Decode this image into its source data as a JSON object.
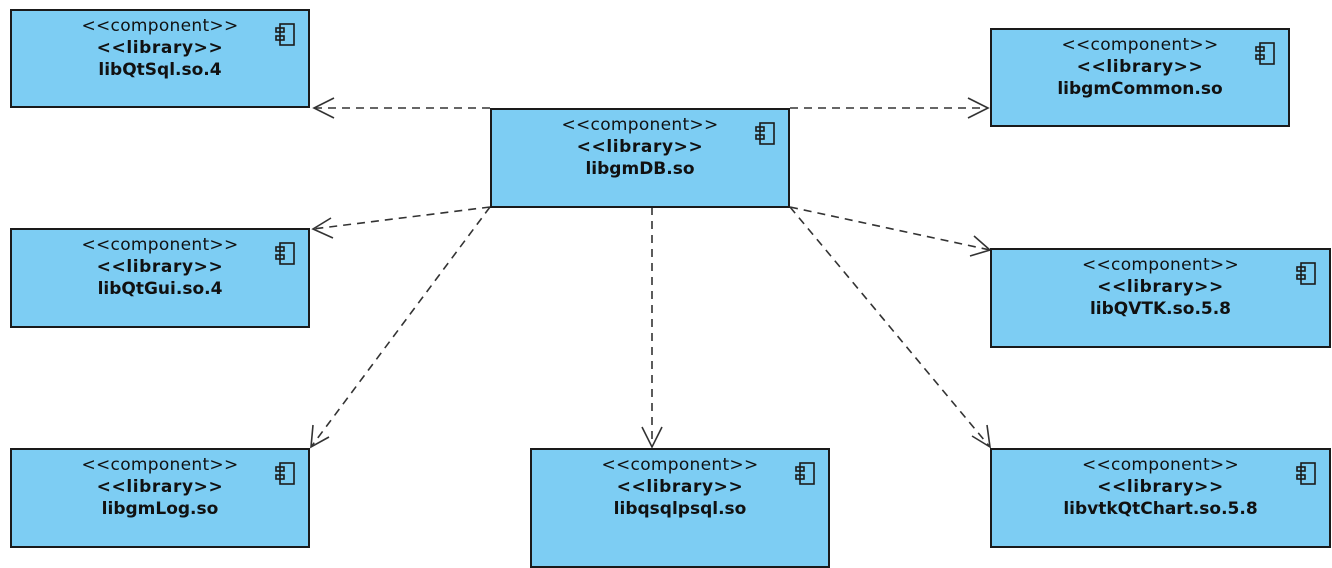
{
  "diagram": {
    "stereotype_component": "<<component>>",
    "stereotype_library": "<<library>>",
    "components": {
      "libQtSql": {
        "name": "libQtSql.so.4"
      },
      "libgmCommon": {
        "name": "libgmCommon.so"
      },
      "libgmDB": {
        "name": "libgmDB.so"
      },
      "libQtGui": {
        "name": "libQtGui.so.4"
      },
      "libQVTK": {
        "name": "libQVTK.so.5.8"
      },
      "libgmLog": {
        "name": "libgmLog.so"
      },
      "libqsqlpsql": {
        "name": "libqsqlpsql.so"
      },
      "libvtkQtChart": {
        "name": "libvtkQtChart.so.5.8"
      }
    },
    "dependencies": [
      {
        "from": "libgmDB",
        "to": "libQtSql"
      },
      {
        "from": "libgmDB",
        "to": "libgmCommon"
      },
      {
        "from": "libgmDB",
        "to": "libQtGui"
      },
      {
        "from": "libgmDB",
        "to": "libQVTK"
      },
      {
        "from": "libgmDB",
        "to": "libgmLog"
      },
      {
        "from": "libgmDB",
        "to": "libqsqlpsql"
      },
      {
        "from": "libgmDB",
        "to": "libvtkQtChart"
      }
    ],
    "colors": {
      "box_fill": "#7dcdf3",
      "box_border": "#1a1a1a",
      "connector": "#333333"
    }
  }
}
